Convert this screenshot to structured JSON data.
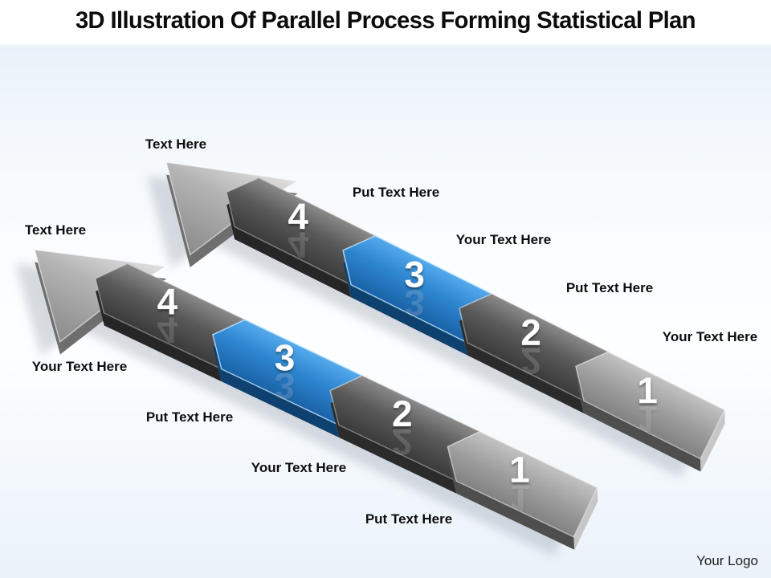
{
  "slide": {
    "title": "3D Illustration Of Parallel Process Forming Statistical Plan",
    "footer_logo": "Your Logo"
  },
  "diagram": {
    "colors": {
      "highlight_blue": "#2e86d0",
      "segment_dark_gray": "#5f5f5f",
      "segment_light_gray": "#9c9c9c",
      "arrowhead_silver": "#b3b3b3",
      "number_text": "#ffffff",
      "label_text": "#0d0d0d"
    },
    "arrows": [
      {
        "name": "upper arrow",
        "segments": [
          {
            "number": "4"
          },
          {
            "number": "3",
            "highlighted": true
          },
          {
            "number": "2"
          },
          {
            "number": "1"
          }
        ],
        "labels": [
          "Text Here",
          "Put Text Here",
          "Your Text Here",
          "Put Text Here",
          "Your Text Here"
        ]
      },
      {
        "name": "lower arrow",
        "segments": [
          {
            "number": "4"
          },
          {
            "number": "3",
            "highlighted": true
          },
          {
            "number": "2"
          },
          {
            "number": "1"
          }
        ],
        "labels": [
          "Text Here",
          "Your Text Here",
          "Put Text Here",
          "Your Text Here",
          "Put Text Here"
        ]
      }
    ]
  }
}
